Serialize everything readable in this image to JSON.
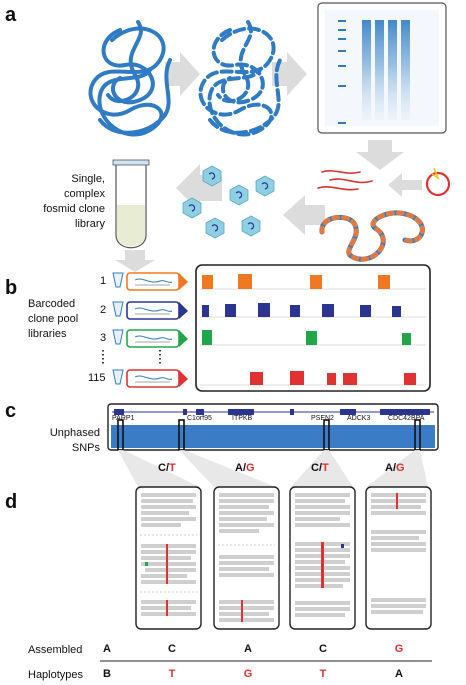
{
  "colors": {
    "dna_blue": "#2f7cc4",
    "accent_red": "#e03232",
    "orange": "#f07820",
    "navy": "#2b3590",
    "green": "#22a64a",
    "gray_arrow": "#d9d9d9",
    "track_blue": "#3a7cc6"
  },
  "panels": {
    "a": "a",
    "b": "b",
    "c": "c",
    "d": "d"
  },
  "panel_a": {
    "library_label": [
      "Single,",
      "complex",
      "fosmid clone",
      "library"
    ]
  },
  "panel_b": {
    "label": [
      "Barcoded",
      "clone pool",
      "libraries"
    ],
    "pools": [
      {
        "index": "1",
        "color": "#f07820"
      },
      {
        "index": "2",
        "color": "#2b3590"
      },
      {
        "index": "3",
        "color": "#22a64a"
      },
      {
        "index": "115",
        "color": "#e03232"
      }
    ]
  },
  "panel_c": {
    "label": [
      "Unphased",
      "SNPs"
    ],
    "genes": [
      "PARP1",
      "C1orf95",
      "ITPKB",
      "PSEN2",
      "ADCK3",
      "CDC42BPA"
    ]
  },
  "panel_d": {
    "snps": [
      {
        "ref": "C",
        "sep": "/",
        "alt": "T"
      },
      {
        "ref": "A",
        "sep": "/",
        "alt": "G"
      },
      {
        "ref": "C",
        "sep": "/",
        "alt": "T"
      },
      {
        "ref": "A",
        "sep": "/",
        "alt": "G"
      }
    ],
    "assembled_label": "Assembled",
    "haplotypes_label": "Haplotypes",
    "assembled_row": [
      {
        "text": "A",
        "color": "#111111"
      },
      {
        "text": "C",
        "color": "#111111"
      },
      {
        "text": "A",
        "color": "#111111"
      },
      {
        "text": "C",
        "color": "#111111"
      },
      {
        "text": "G",
        "color": "#e03232"
      }
    ],
    "haplotype_row": [
      {
        "text": "B",
        "color": "#111111"
      },
      {
        "text": "T",
        "color": "#e03232"
      },
      {
        "text": "G",
        "color": "#e03232"
      },
      {
        "text": "T",
        "color": "#e03232"
      },
      {
        "text": "A",
        "color": "#111111"
      }
    ]
  }
}
